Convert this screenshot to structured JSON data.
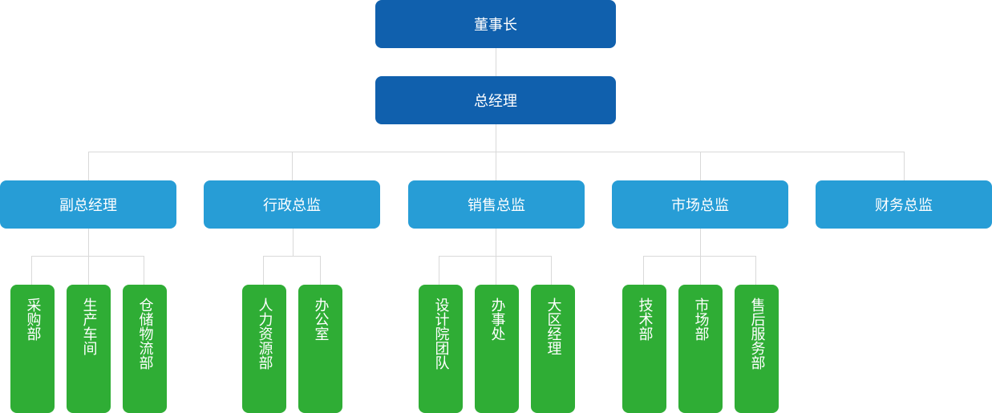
{
  "chart_title": "",
  "colors": {
    "top_level": "#1060ad",
    "second_level": "#279dd6",
    "department": "#2fad35",
    "connector": "#d9d9d9"
  },
  "chairman": "董事长",
  "general_manager": "总经理",
  "divisions": [
    {
      "label": "副总经理",
      "departments": [
        "采购部",
        "生产车间",
        "仓储物流部"
      ]
    },
    {
      "label": "行政总监",
      "departments": [
        "人力资源部",
        "办公室"
      ]
    },
    {
      "label": "销售总监",
      "departments": [
        "设计院团队",
        "办事处",
        "大区经理"
      ]
    },
    {
      "label": "市场总监",
      "departments": [
        "技术部",
        "市场部",
        "售后服务部"
      ]
    },
    {
      "label": "财务总监",
      "departments": []
    }
  ]
}
